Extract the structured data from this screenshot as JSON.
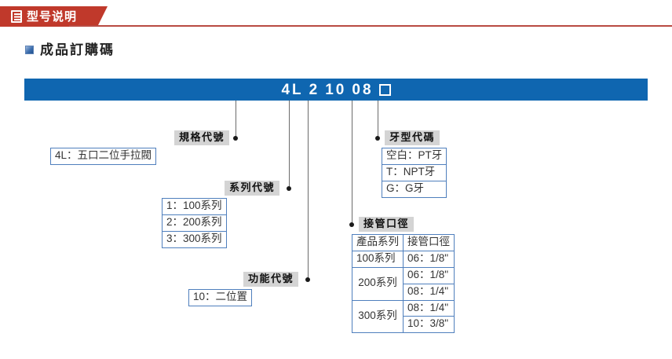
{
  "header": {
    "icon": "document-lines-icon",
    "title": "型号说明",
    "tab_color": "#c0392b"
  },
  "subtitle": {
    "bullet": "blue-square-bullet",
    "text": "成品訂購碼"
  },
  "code_bar": {
    "bar_color": "#0f66b0",
    "segments": [
      "4L",
      "2",
      "10",
      "08"
    ],
    "blank_box": "□",
    "full_code": "4L 2 10 08 □"
  },
  "callouts": {
    "spec": {
      "caption": "規格代號",
      "rows": [
        "4L：五口二位手拉閥"
      ]
    },
    "series": {
      "caption": "系列代號",
      "rows": [
        "1：100系列",
        "2：200系列",
        "3：300系列"
      ]
    },
    "function": {
      "caption": "功能代號",
      "rows": [
        "10：二位置"
      ]
    },
    "thread": {
      "caption": "牙型代碼",
      "rows": [
        "空白：PT牙",
        "T：NPT牙",
        "G：G牙"
      ]
    },
    "port": {
      "caption": "接管口徑",
      "headers": [
        "產品系列",
        "接管口徑"
      ],
      "groups": [
        {
          "series": "100系列",
          "sizes": [
            "06：1/8\""
          ]
        },
        {
          "series": "200系列",
          "sizes": [
            "06：1/8\"",
            "08：1/4\""
          ]
        },
        {
          "series": "300系列",
          "sizes": [
            "08：1/4\"",
            "10：3/8\""
          ]
        }
      ]
    }
  }
}
